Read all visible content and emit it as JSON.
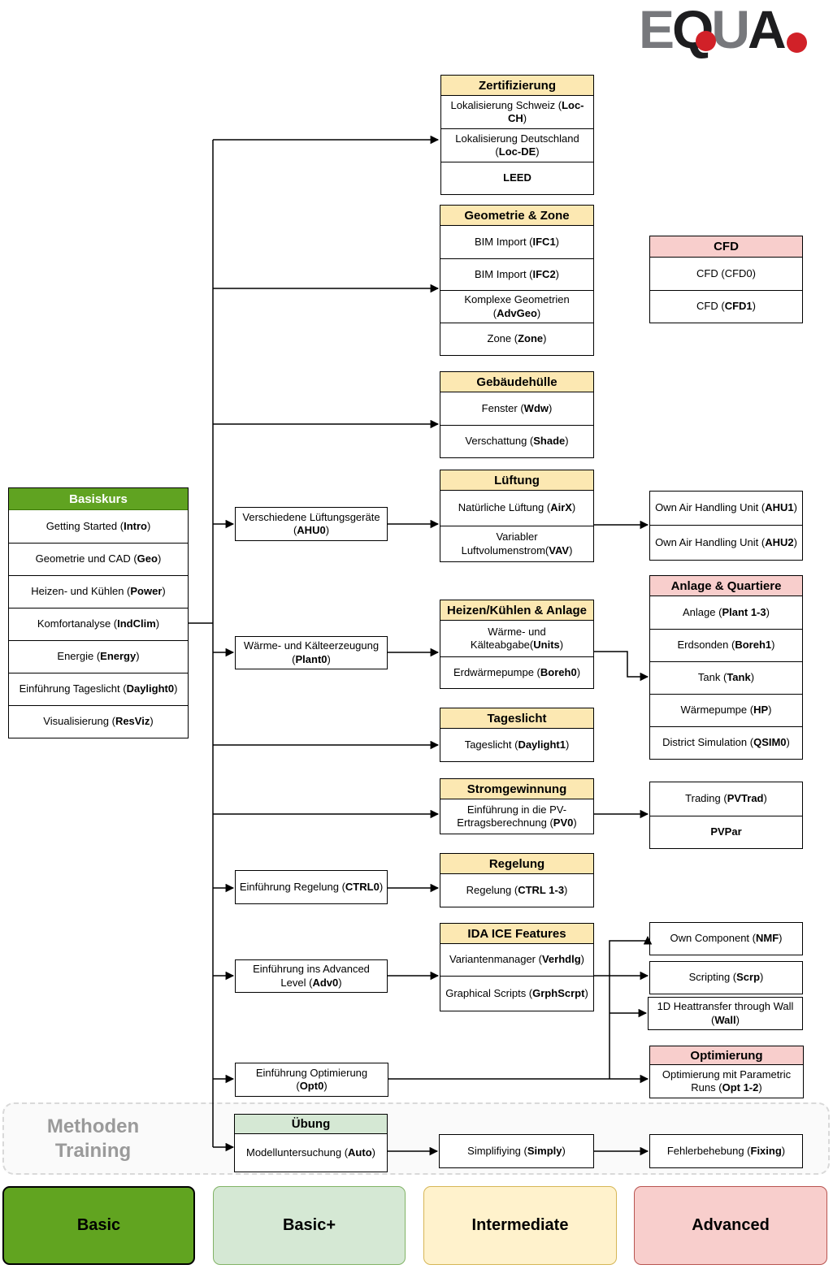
{
  "logo": {
    "letter_e": "E",
    "letter_q": "Q",
    "letter_u": "U",
    "letter_a": "A"
  },
  "colors": {
    "header_yellow": "#fce8b2",
    "header_pink": "#f8cecc",
    "basic_green": "#60a321",
    "light_green": "#d5e8d4",
    "legend_yellow": "#fff2cc",
    "legend_pink": "#f8cecc",
    "logo_red": "#d12128",
    "logo_gray": "#77787c"
  },
  "boxes": {
    "basiskurs": {
      "title": "Basiskurs",
      "items": [
        {
          "pre": "Getting Started (",
          "code": "Intro",
          "post": ")"
        },
        {
          "pre": "Geometrie und CAD (",
          "code": "Geo",
          "post": ")"
        },
        {
          "pre": "Heizen- und Kühlen (",
          "code": "Power",
          "post": ")"
        },
        {
          "pre": "Komfortanalyse (",
          "code": "IndClim",
          "post": ")"
        },
        {
          "pre": "Energie (",
          "code": "Energy",
          "post": ")"
        },
        {
          "pre": "Einführung Tageslicht (",
          "code": "Daylight0",
          "post": ")"
        },
        {
          "pre": "Visualisierung (",
          "code": "ResViz",
          "post": ")"
        }
      ]
    },
    "zertifizierung": {
      "title": "Zertifizierung",
      "items": [
        {
          "pre": "Lokalisierung Schweiz (",
          "code": "Loc-CH",
          "post": ")"
        },
        {
          "pre": "Lokalisierung Deutschland (",
          "code": "Loc-DE",
          "post": ")"
        },
        {
          "pre": "",
          "code": "LEED",
          "post": ""
        }
      ]
    },
    "geometrie": {
      "title": "Geometrie & Zone",
      "items": [
        {
          "pre": "BIM Import (",
          "code": "IFC1",
          "post": ")"
        },
        {
          "pre": "BIM Import (",
          "code": "IFC2",
          "post": ")"
        },
        {
          "pre": "Komplexe Geometrien (",
          "code": "AdvGeo",
          "post": ")"
        },
        {
          "pre": "Zone (",
          "code": "Zone",
          "post": ")"
        }
      ]
    },
    "cfd": {
      "title": "CFD",
      "items": [
        {
          "pre": "CFD (CFD0)",
          "code": "",
          "post": ""
        },
        {
          "pre": "CFD (",
          "code": "CFD1",
          "post": ")"
        }
      ]
    },
    "gebaeudehuelle": {
      "title": "Gebäudehülle",
      "items": [
        {
          "pre": "Fenster (",
          "code": "Wdw",
          "post": ")"
        },
        {
          "pre": "Verschattung (",
          "code": "Shade",
          "post": ")"
        }
      ]
    },
    "lueftung": {
      "title": "Lüftung",
      "items": [
        {
          "pre": "Natürliche Lüftung (",
          "code": "AirX",
          "post": ")"
        },
        {
          "pre": "Variabler Luftvolumenstrom(",
          "code": "VAV",
          "post": ")"
        }
      ]
    },
    "ahu_own": {
      "items": [
        {
          "pre": "Own Air Handling Unit (",
          "code": "AHU1",
          "post": ")"
        },
        {
          "pre": "Own Air Handling Unit (",
          "code": "AHU2",
          "post": ")"
        }
      ]
    },
    "ahu0": {
      "items": [
        {
          "pre": "Verschiedene Lüftungsgeräte (",
          "code": "AHU0",
          "post": ")"
        }
      ]
    },
    "plant0": {
      "items": [
        {
          "pre": "Wärme- und Kälteerzeugung (",
          "code": "Plant0",
          "post": ")"
        }
      ]
    },
    "heizen": {
      "title": "Heizen/Kühlen & Anlage",
      "items": [
        {
          "pre": "Wärme- und Kälteabgabe(",
          "code": "Units",
          "post": ")"
        },
        {
          "pre": "Erdwärmepumpe (",
          "code": "Boreh0",
          "post": ")"
        }
      ]
    },
    "anlage": {
      "title": "Anlage & Quartiere",
      "items": [
        {
          "pre": "Anlage (",
          "code": "Plant 1-3",
          "post": ")"
        },
        {
          "pre": "Erdsonden (",
          "code": "Boreh1",
          "post": ")"
        },
        {
          "pre": "Tank (",
          "code": "Tank",
          "post": ")"
        },
        {
          "pre": "Wärmepumpe (",
          "code": "HP",
          "post": ")"
        },
        {
          "pre": "District Simulation (",
          "code": "QSIM0",
          "post": ")"
        }
      ]
    },
    "tageslicht": {
      "title": "Tageslicht",
      "items": [
        {
          "pre": "Tageslicht (",
          "code": "Daylight1",
          "post": ")"
        }
      ]
    },
    "strom": {
      "title": "Stromgewinnung",
      "items": [
        {
          "pre": "Einführung in die PV-Ertragsberechnung (",
          "code": "PV0",
          "post": ")"
        }
      ]
    },
    "pv_box": {
      "items": [
        {
          "pre": "Trading (",
          "code": "PVTrad",
          "post": ")"
        },
        {
          "pre": "",
          "code": "PVPar",
          "post": ""
        }
      ]
    },
    "regelung": {
      "title": "Regelung",
      "items": [
        {
          "pre": "Regelung (",
          "code": "CTRL 1-3",
          "post": ")"
        }
      ]
    },
    "ctrl0": {
      "items": [
        {
          "pre": "Einführung Regelung (",
          "code": "CTRL0",
          "post": ")"
        }
      ]
    },
    "ida": {
      "title": "IDA ICE Features",
      "items": [
        {
          "pre": "Variantenmanager (",
          "code": "Verhdlg",
          "post": ")"
        },
        {
          "pre": "Graphical Scripts (",
          "code": "GrphScrpt",
          "post": ")"
        }
      ]
    },
    "nmf": {
      "items": [
        {
          "pre": "Own Component (",
          "code": "NMF",
          "post": ")"
        }
      ]
    },
    "scrp": {
      "items": [
        {
          "pre": "Scripting (",
          "code": "Scrp",
          "post": ")"
        }
      ]
    },
    "wall": {
      "items": [
        {
          "pre": "1D Heattransfer through Wall (",
          "code": "Wall",
          "post": ")"
        }
      ]
    },
    "adv0": {
      "items": [
        {
          "pre": "Einführung ins Advanced Level (",
          "code": "Adv0",
          "post": ")"
        }
      ]
    },
    "opt0": {
      "items": [
        {
          "pre": "Einführung Optimierung (",
          "code": "Opt0",
          "post": ")"
        }
      ]
    },
    "optimierung": {
      "title": "Optimierung",
      "items": [
        {
          "pre": "Optimierung mit Parametric Runs (",
          "code": "Opt 1-2",
          "post": ")"
        }
      ]
    },
    "uebung": {
      "title": "Übung",
      "items": [
        {
          "pre": "Modelluntersuchung (",
          "code": "Auto",
          "post": ")"
        }
      ]
    },
    "simplifiying": {
      "items": [
        {
          "pre": "Simplifiying (",
          "code": "Simply",
          "post": ")"
        }
      ]
    },
    "fehlerbehebung": {
      "items": [
        {
          "pre": "Fehlerbehebung (",
          "code": "Fixing",
          "post": ")"
        }
      ]
    }
  },
  "methoden": {
    "line1": "Methoden",
    "line2": "Training"
  },
  "legend": {
    "basic": "Basic",
    "basic_plus": "Basic+",
    "intermediate": "Intermediate",
    "advanced": "Advanced"
  }
}
